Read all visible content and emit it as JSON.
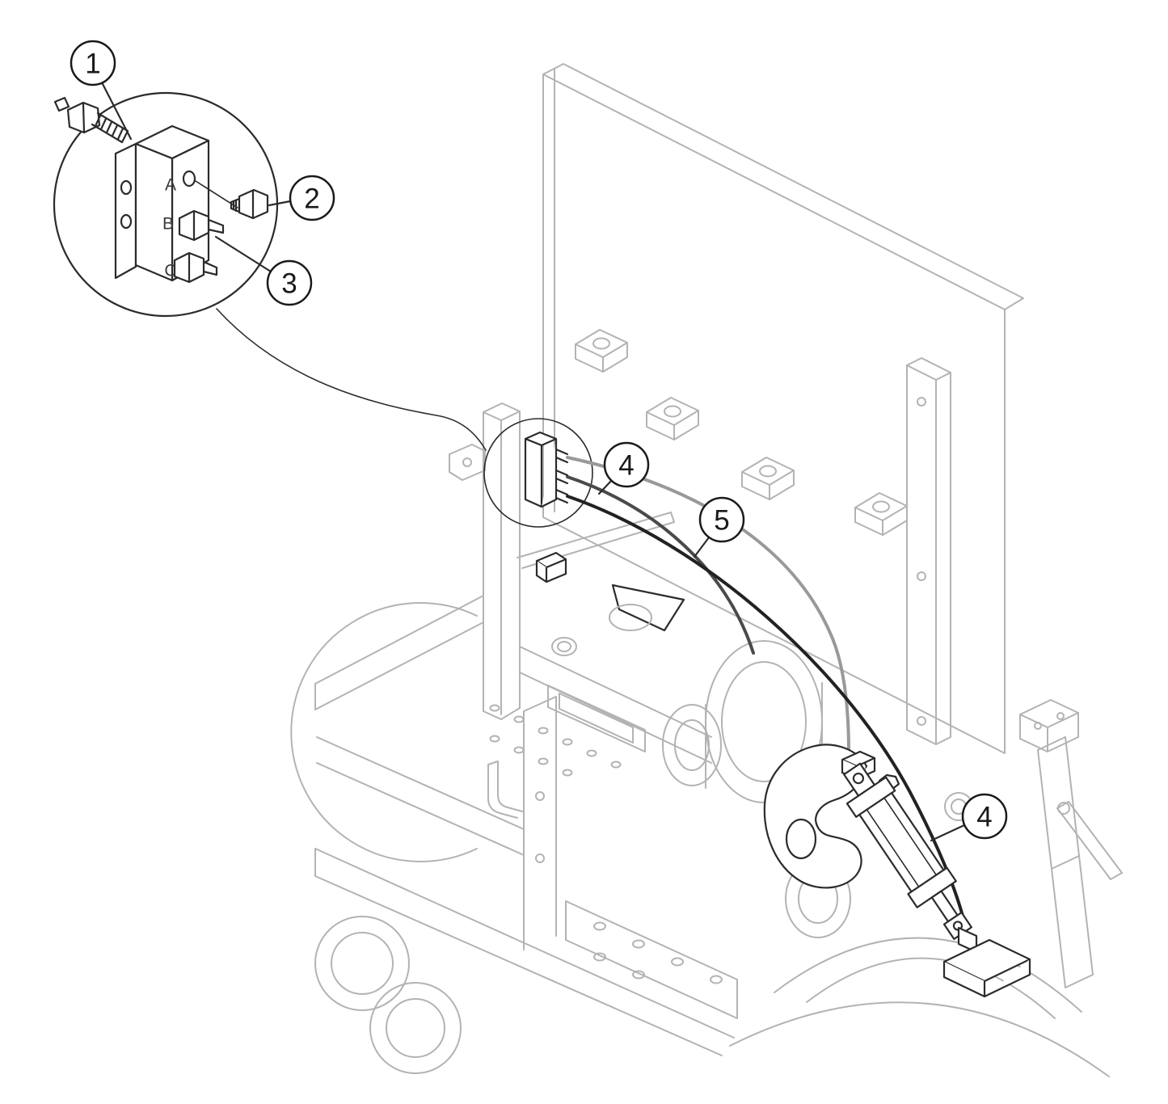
{
  "figure": {
    "callouts": [
      {
        "label": "1"
      },
      {
        "label": "2"
      },
      {
        "label": "3"
      },
      {
        "label": "4"
      },
      {
        "label": "5"
      },
      {
        "label": "4"
      }
    ],
    "detail": {
      "port_a": "A",
      "port_b": "B",
      "port_c": "C"
    },
    "colors": {
      "machine_line": "#b3b3b3",
      "part_line": "#2b2b2b",
      "callout_line": "#1a1a1a",
      "tube_light": "#999999",
      "tube_medium": "#4a4a4a",
      "tube_dark": "#222222"
    }
  }
}
